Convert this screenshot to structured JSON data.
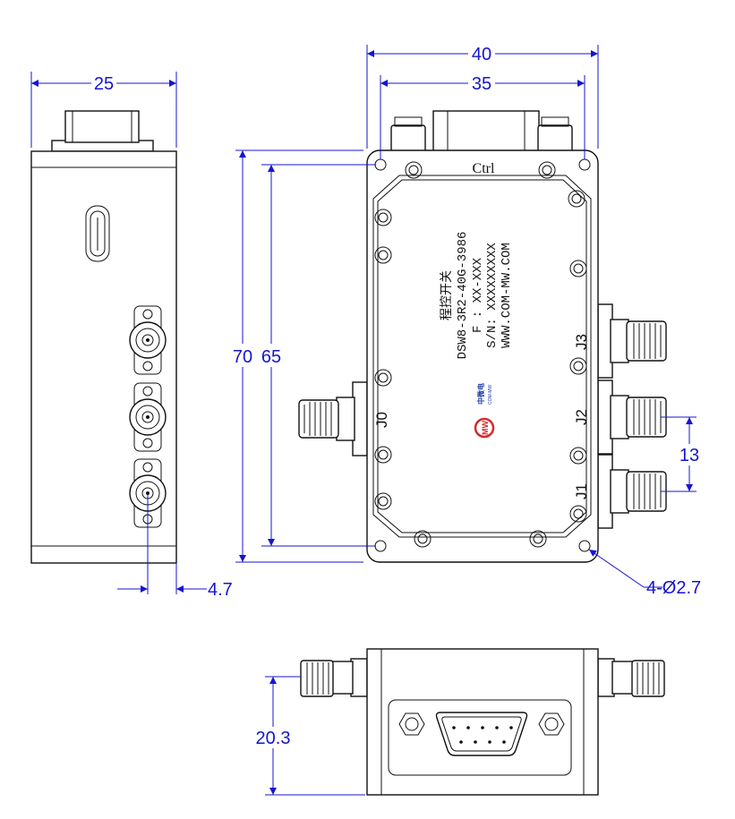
{
  "dimensions": {
    "top_width_outer": "40",
    "top_width_inner": "35",
    "side_width": "25",
    "height_outer": "70",
    "height_inner": "65",
    "port_pitch": "13",
    "port_offset": "4.7",
    "mount_holes": "4-Ø2.7",
    "bottom_height": "20.3"
  },
  "labels": {
    "ctrl": "Ctrl",
    "j0": "J0",
    "j1": "J1",
    "j2": "J2",
    "j3": "J3",
    "product_name": "程控开关",
    "model": "DSW8-3R2-40G-3986",
    "freq": "F : XX-XXX",
    "serial": "S/N: XXXXXXXXX",
    "website": "WWW.COM-MW.COM"
  },
  "logo": {
    "name": "中微电",
    "sub": "COM-MW",
    "mark": "MW"
  },
  "colors": {
    "dimension": "#1515d0",
    "outline": "#111111",
    "logo_red": "#d62b2b",
    "logo_blue": "#1b3fa3"
  }
}
